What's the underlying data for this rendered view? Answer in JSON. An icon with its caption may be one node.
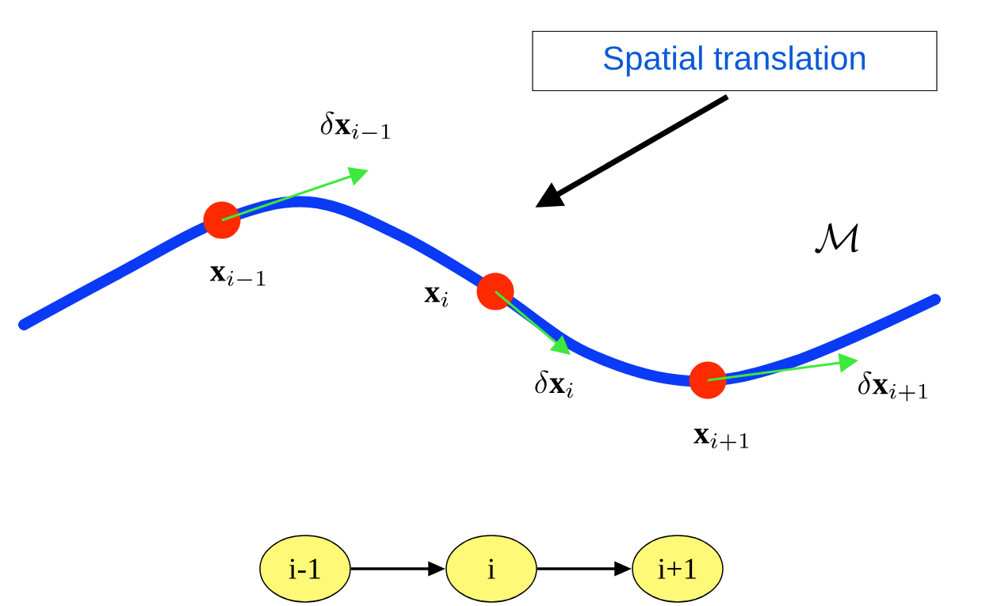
{
  "diagram": {
    "nodes": [
      {
        "text": [
          "Spatial translation"
        ]
      },
      {
        "text": [],
        "shape": "circle",
        "beside": [
          "\\mathbf{x}_{i-1}"
        ]
      },
      {
        "text": [],
        "shape": "circle",
        "beside": [
          "\\mathbf{x}_i"
        ]
      },
      {
        "text": [],
        "shape": "circle",
        "beside": [
          "\\mathbf{x}_{i+1}"
        ]
      },
      {
        "text": [
          "i-1"
        ]
      },
      {
        "text": [
          "i"
        ]
      },
      {
        "text": [
          "i+1"
        ]
      }
    ],
    "edges": [
      {
        "from": 0,
        "to": null,
        "arrow": "to",
        "style": "thick",
        "color": "#000000"
      },
      {
        "from": 1,
        "to": null,
        "arrow": "to",
        "label": "\\delta\\mathbf{x}_{i-1}",
        "color": "#3ee83e"
      },
      {
        "from": 2,
        "to": null,
        "arrow": "to",
        "label": "\\delta\\mathbf{x}_i",
        "color": "#3ee83e"
      },
      {
        "from": 3,
        "to": null,
        "arrow": "to",
        "label": "\\delta\\mathbf{x}_{i+1}",
        "color": "#3ee83e"
      },
      {
        "from": 4,
        "to": 5,
        "arrow": "to",
        "color": "#000000"
      },
      {
        "from": 5,
        "to": 6,
        "arrow": "to",
        "color": "#000000"
      }
    ],
    "labels": [
      "\\mathcal{M}"
    ]
  }
}
